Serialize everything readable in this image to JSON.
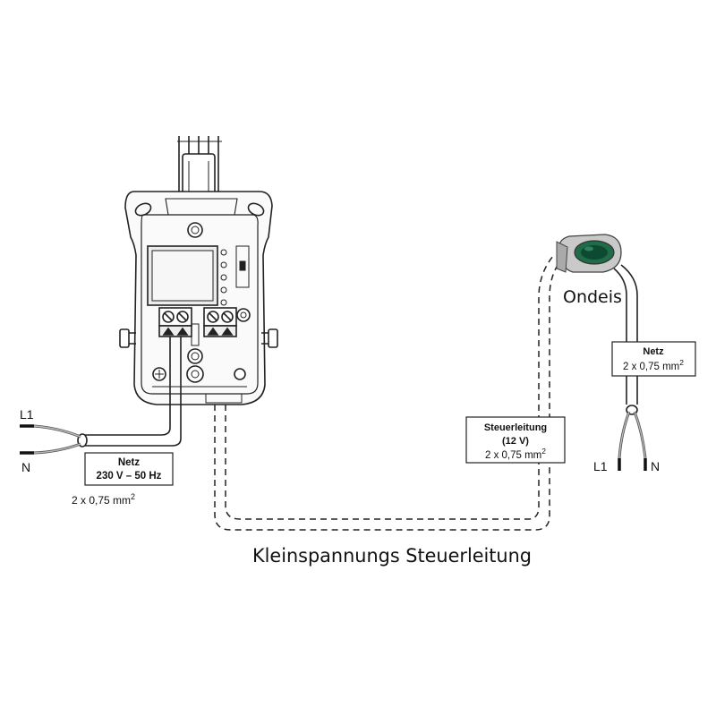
{
  "left_supply": {
    "l1_label": "L1",
    "n_label": "N",
    "box_title": "Netz",
    "box_line2": "230 V – 50 Hz",
    "cable_spec": "2 x 0,75 mm",
    "cable_spec_sup": "2"
  },
  "sensor": {
    "name": "Ondeis",
    "box_title": "Netz",
    "cable_spec": "2 x 0,75 mm",
    "cable_spec_sup": "2",
    "l1_label": "L1",
    "n_label": "N"
  },
  "control_cable": {
    "box_title": "Steuerleitung",
    "box_line2": "(12 V)",
    "cable_spec": "2 x 0,75 mm",
    "cable_spec_sup": "2",
    "caption": "Kleinspannungs Steuerleitung"
  },
  "colors": {
    "line": "#222222",
    "device_fill": "#f4f4f4",
    "sensor_body": "#c9c9c9",
    "sensor_dome": "#1f6b4a"
  }
}
